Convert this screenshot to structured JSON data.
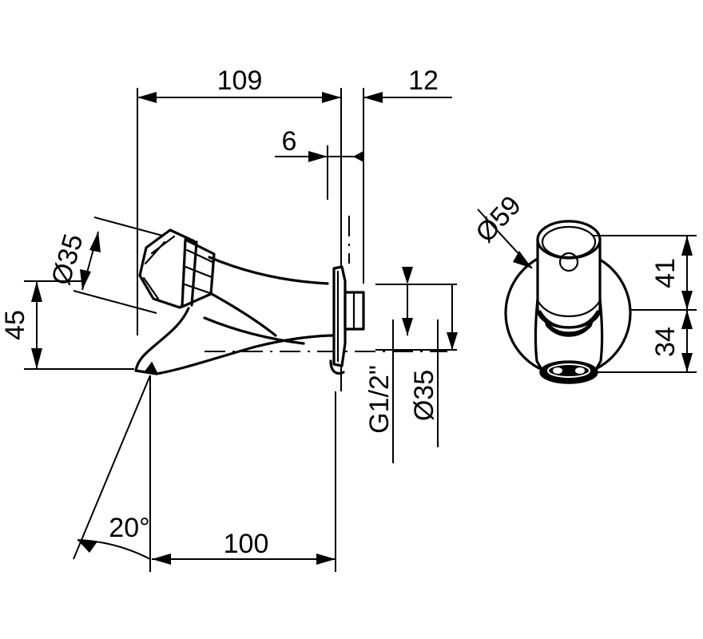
{
  "document": {
    "type": "engineering-dimension-drawing",
    "subject": "wall-mounted basin tap / faucet",
    "units": "mm",
    "background_color": "#ffffff",
    "line_color": "#000000"
  },
  "views": {
    "side": {
      "name": "side elevation",
      "description": "wall mounted faucet seen from the side, angled lever head at top left, curved spout, wall flange at right"
    },
    "front": {
      "name": "front elevation",
      "description": "faucet seen from the front showing round wall rosette, cylindrical head with centre button and spout outlet"
    }
  },
  "dimensions": {
    "overall_projection": {
      "label": "109",
      "value": 109,
      "orientation": "horizontal"
    },
    "wall_offset": {
      "label": "12",
      "value": 12,
      "orientation": "horizontal"
    },
    "flange_thickness": {
      "label": "6",
      "value": 6,
      "orientation": "horizontal"
    },
    "head_diameter": {
      "label": "Ø35",
      "value": 35,
      "orientation": "diagonal"
    },
    "spout_height": {
      "label": "45",
      "value": 45,
      "orientation": "vertical"
    },
    "thread_size": {
      "label": "G1/2\"",
      "value": "G1/2\"",
      "orientation": "vertical-rotated"
    },
    "inlet_diameter": {
      "label": "Ø35",
      "value": 35,
      "orientation": "vertical-rotated"
    },
    "spout_reach": {
      "label": "100",
      "value": 100,
      "orientation": "horizontal"
    },
    "spout_angle": {
      "label": "20°",
      "value": 20,
      "orientation": "angular"
    },
    "rosette_diameter": {
      "label": "Ø59",
      "value": 59,
      "orientation": "leader"
    },
    "head_height": {
      "label": "41",
      "value": 41,
      "orientation": "vertical"
    },
    "body_height": {
      "label": "34",
      "value": 34,
      "orientation": "vertical"
    }
  },
  "labels": {
    "d109": "109",
    "d12": "12",
    "d6": "6",
    "d35_diag": "Ø35",
    "d45": "45",
    "g_half": "G1/2\"",
    "d35_vert": "Ø35",
    "d100": "100",
    "a20": "20°",
    "d59": "Ø59",
    "d41": "41",
    "d34": "34"
  }
}
